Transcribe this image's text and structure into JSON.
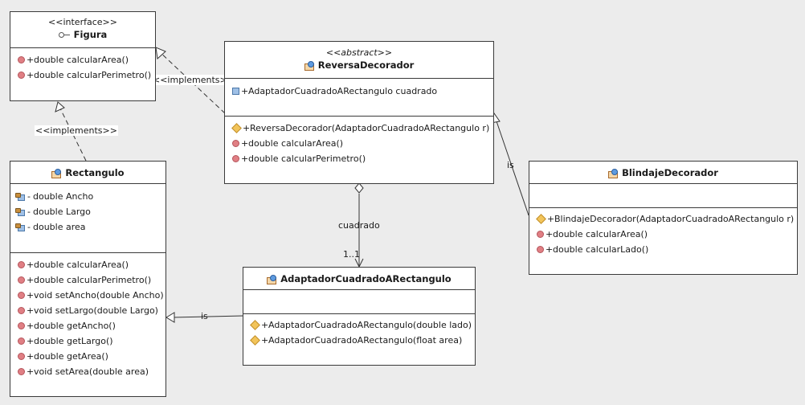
{
  "classes": {
    "figura": {
      "stereotype": "<<interface>>",
      "name": "Figura",
      "operations": [
        {
          "vis": "+",
          "text": "double calcularArea()"
        },
        {
          "vis": "+",
          "text": "double calcularPerimetro()"
        }
      ]
    },
    "reversa": {
      "stereotype": "<<abstract>>",
      "name": "ReversaDecorador",
      "attributes": [
        {
          "vis": "+",
          "text": "AdaptadorCuadradoARectangulo cuadrado"
        }
      ],
      "operations": [
        {
          "vis": "+",
          "text": "ReversaDecorador(AdaptadorCuadradoARectangulo r)",
          "kind": "constructor"
        },
        {
          "vis": "+",
          "text": "double calcularArea()"
        },
        {
          "vis": "+",
          "text": "double calcularPerimetro()"
        }
      ]
    },
    "rectangulo": {
      "name": "Rectangulo",
      "attributes": [
        {
          "vis": "-",
          "text": "double Ancho"
        },
        {
          "vis": "-",
          "text": "double Largo"
        },
        {
          "vis": "-",
          "text": "double area"
        }
      ],
      "operations": [
        {
          "vis": "+",
          "text": "double calcularArea()"
        },
        {
          "vis": "+",
          "text": "double calcularPerimetro()"
        },
        {
          "vis": "+",
          "text": "void setAncho(double Ancho)"
        },
        {
          "vis": "+",
          "text": "void setLargo(double Largo)"
        },
        {
          "vis": "+",
          "text": "double getAncho()"
        },
        {
          "vis": "+",
          "text": "double getLargo()"
        },
        {
          "vis": "+",
          "text": "double getArea()"
        },
        {
          "vis": "+",
          "text": "void setArea(double area)"
        }
      ]
    },
    "adaptador": {
      "name": "AdaptadorCuadradoARectangulo",
      "operations": [
        {
          "vis": "+",
          "text": "AdaptadorCuadradoARectangulo(double lado)",
          "kind": "constructor"
        },
        {
          "vis": "+",
          "text": "AdaptadorCuadradoARectangulo(float area)",
          "kind": "constructor"
        }
      ]
    },
    "blindaje": {
      "name": "BlindajeDecorador",
      "operations": [
        {
          "vis": "+",
          "text": "BlindajeDecorador(AdaptadorCuadradoARectangulo r)",
          "kind": "constructor"
        },
        {
          "vis": "+",
          "text": "double calcularArea()"
        },
        {
          "vis": "+",
          "text": "double calcularLado()"
        }
      ]
    }
  },
  "relations": {
    "reversa_implements": "<<implements>>",
    "rectangulo_implements": "<<implements>>",
    "blindaje_is": "is",
    "adaptador_is": "is",
    "aggregation_role": "cuadrado",
    "aggregation_multiplicity": "1..1"
  },
  "icons": {
    "interface": "interface-icon",
    "class": "class-icon",
    "operation": "public-method-icon",
    "constructor": "constructor-icon",
    "public_field": "public-field-icon",
    "private_field": "private-field-icon"
  }
}
